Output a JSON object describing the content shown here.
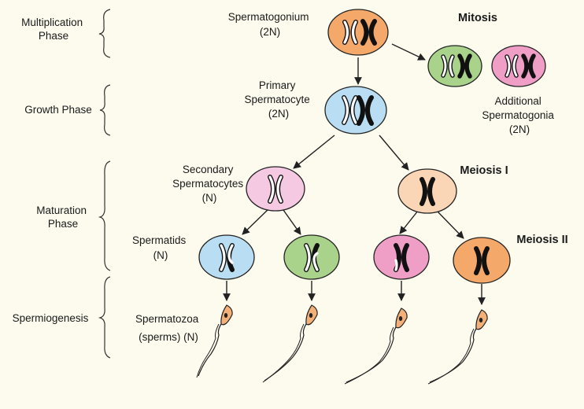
{
  "colors": {
    "background": "#fdfbee",
    "orange": "#f4a96a",
    "green": "#a9d38a",
    "pink": "#ef9fc6",
    "blue": "#b9def4",
    "light_pink": "#f5c9e2",
    "peach": "#fbd6b6",
    "sperm": "#f3b078",
    "chromatid_black": "#1a1a1a",
    "chromatid_white": "#ffffff"
  },
  "phases": {
    "multiplication": [
      "Multiplication",
      "Phase"
    ],
    "growth": "Growth Phase",
    "maturation": [
      "Maturation",
      "Phase"
    ],
    "spermiogenesis": "Spermiogenesis"
  },
  "cells": {
    "spermatogonium": [
      "Spermatogonium",
      "(2N)"
    ],
    "primary": [
      "Primary",
      "Spermatocyte",
      "(2N)"
    ],
    "secondary": [
      "Secondary",
      "Spermatocytes",
      "(N)"
    ],
    "additional": [
      "Additional",
      "Spermatogonia",
      "(2N)"
    ],
    "spermatids": [
      "Spermatids",
      "(N)"
    ],
    "spermatozoa": [
      "Spermatozoa",
      "(sperms) (N)"
    ]
  },
  "divisions": {
    "mitosis": "Mitosis",
    "meiosis1": "Meiosis I",
    "meiosis2": "Meiosis II"
  }
}
